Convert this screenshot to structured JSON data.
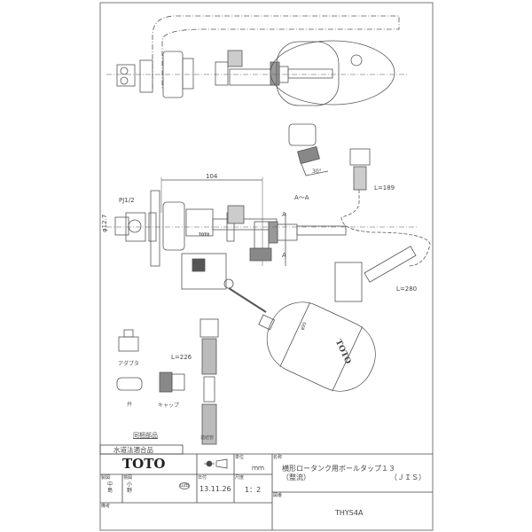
{
  "drawing": {
    "dim_width": "104",
    "thread": "PJ1/2",
    "dia": "φ12.7",
    "section_mark": "A～A",
    "section_letter": "A",
    "angle": "30°",
    "len_189": "L=189",
    "len_280": "L=280",
    "len_226": "L=226",
    "float_dia": "φ95",
    "float_logo": "TOTO",
    "body_logo": "TOTO",
    "parts": {
      "adapter": "アダプタ",
      "valve": "弁",
      "cap": "キャップ",
      "connector": "連結管",
      "included": "同梱部品"
    }
  },
  "title_block": {
    "compliance": "水道法適合品",
    "logo": "TOTO",
    "unit_label": "単位",
    "unit": "ｍｍ",
    "name_label": "名称",
    "name_line1": "横形ロータンク用ボールタップ１３",
    "name_line2": "（整流）",
    "name_std": "（ＪＩＳ）",
    "drafter_label": "製図",
    "drafter": "中島",
    "checker_label": "検図",
    "checker": "小野",
    "stamp": "山田",
    "date_label": "日付",
    "date": "13.11.26",
    "scale_label": "尺度",
    "scale": "1：2",
    "drawing_no_label": "図番",
    "drawing_no": "THYS4A",
    "remarks_label": "備考"
  }
}
